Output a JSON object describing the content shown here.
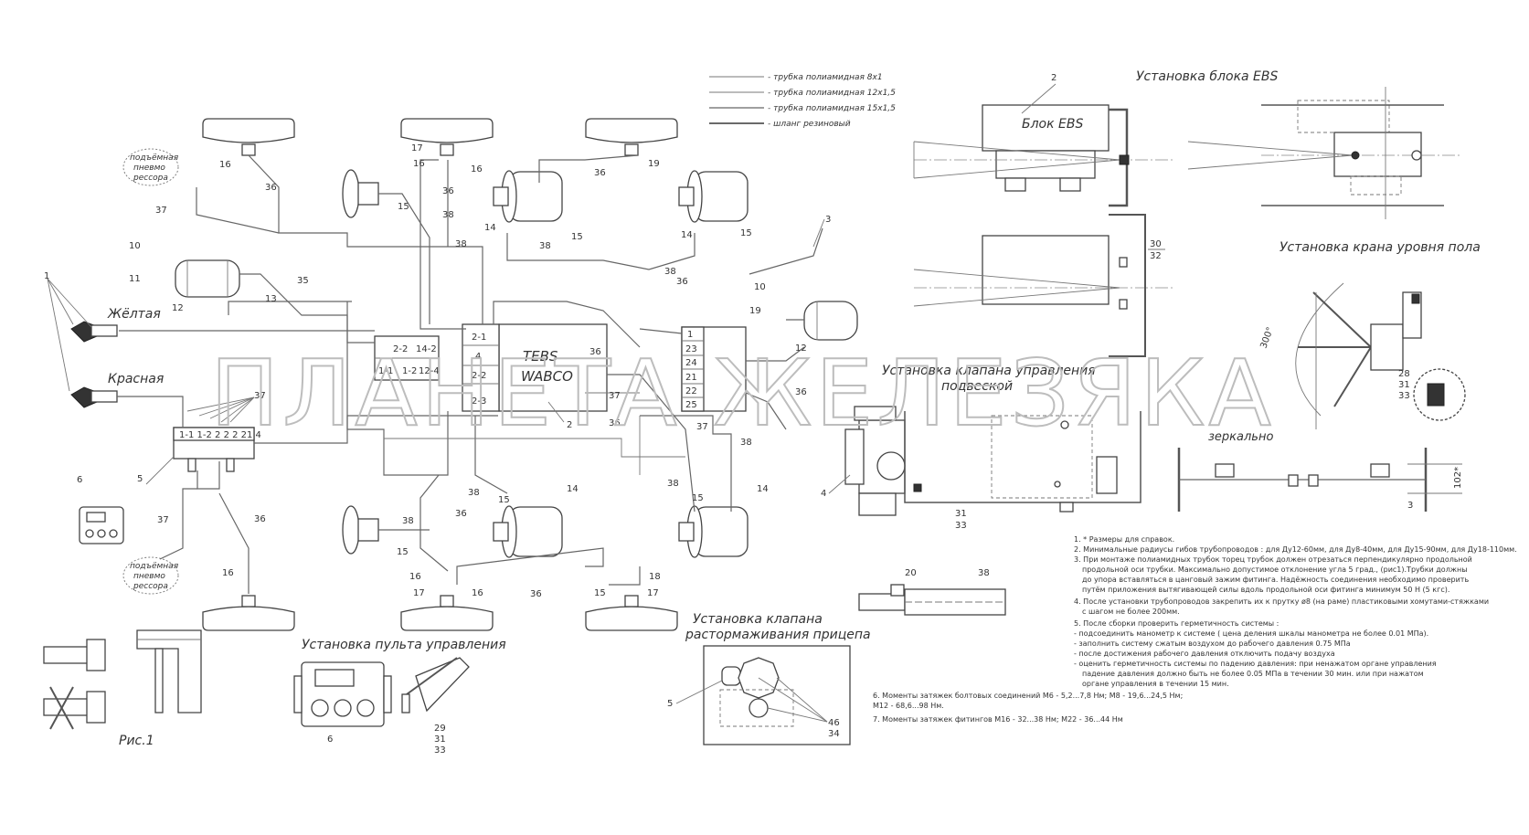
{
  "legend": [
    {
      "text": "- трубка полиамидная 8х1"
    },
    {
      "text": "- трубка полиамидная 12х1,5"
    },
    {
      "text": "- трубка полиамидная 15х1,5"
    },
    {
      "text": "- шланг резиновый"
    }
  ],
  "titles": {
    "ebs_install": "Установка блока EBS",
    "floor_valve": "Установка крана уровня пола",
    "suspension_valve_1": "Установка клапана управления",
    "suspension_valve_2": "подвеской",
    "release_valve_1": "Установка клапана",
    "release_valve_2": "растормаживания прицепа",
    "control_panel": "Установка пульта управления",
    "fig1": "Рис.1"
  },
  "labels": {
    "yellow": "Жёлтая",
    "red": "Красная",
    "tebs": "TEBS",
    "wabco": "WABCO",
    "ebs_block": "Блок EBS",
    "air_spring_1": "подъёмная",
    "air_spring_2": "пневмо",
    "air_spring_3": "рессора",
    "mirror": "зеркально"
  },
  "callouts": {
    "n1": "1",
    "n2": "2",
    "n3": "3",
    "n4": "4",
    "n5": "5",
    "n6": "6",
    "n10": "10",
    "n11": "11",
    "n12": "12",
    "n13": "13",
    "n14": "14",
    "n15": "15",
    "n16": "16",
    "n17": "17",
    "n18": "18",
    "n19": "19",
    "n20": "20",
    "n28": "28",
    "n29": "29",
    "n30": "30",
    "n31": "31",
    "n32": "32",
    "n33": "33",
    "n34": "34",
    "n35": "35",
    "n36": "36",
    "n37": "37",
    "n38": "38",
    "n46": "46",
    "p1": "1",
    "p2": "2",
    "p21": "21",
    "p22": "22",
    "p23": "23",
    "p24": "24",
    "p25": "25",
    "pm1": "1-1",
    "pm2": "1-2",
    "pm3": "2-1",
    "pm4": "2-2",
    "pm5": "2-3",
    "pm6": "14-2",
    "pm7": "12-4"
  },
  "notes": [
    "1. * Размеры для справок.",
    "2. Минимальные радиусы гибов трубопроводов : для Ду12-60мм, для Ду8-40мм, для Ду15-90мм, для Ду18-110мм.",
    "3. При монтаже полиамидных трубок торец трубок должен отрезаться перпендикулярно продольной",
    "продольной оси трубки. Максимально допустимое отклонение угла      5 град., (рис1).Трубки должны",
    "до упора вставляться в цанговый зажим фитинга. Надёжность соединения необходимо проверить",
    "путём приложения вытягивающей силы вдоль продольной оси фитинга минимум 50 Н (5 кгс).",
    "4. После установки трубопроводов закрепить их к прутку ø8 (на раме) пластиковыми хомутами-стяжками",
    "с шагом не более 200мм.",
    "5. После сборки  проверить герметичность системы :",
    "- подсоединить манометр к системе ( цена деления шкалы манометра не более 0.01 МПа).",
    "- заполнить систему сжатым воздухом до рабочего давления 0.75 МПа",
    "- после достижения рабочего давления отключить подачу воздуха",
    "- оценить герметичность системы по падению давления: при ненажатом органе управления",
    "падение давления должно быть не более 0.05 МПа в течении 30 мин. или при нажатом",
    "органе управления в течении 15 мин.",
    "6. Моменты затяжек болтовых соединений М6 - 5,2...7,8 Нм; М8 - 19,6...24,5 Нм;",
    "М12 - 68,6...98 Нм.",
    "7. Моменты затяжек фитингов М16 - 32...38 Нм; М22 - 36...44 Нм"
  ],
  "dims": {
    "d1": "300°",
    "d2": "102*"
  },
  "watermark": "ПЛАНЕТА ЖЕЛЕЗЯКА",
  "colors": {
    "line": "#555555",
    "watermark": "#bdbdbd"
  }
}
